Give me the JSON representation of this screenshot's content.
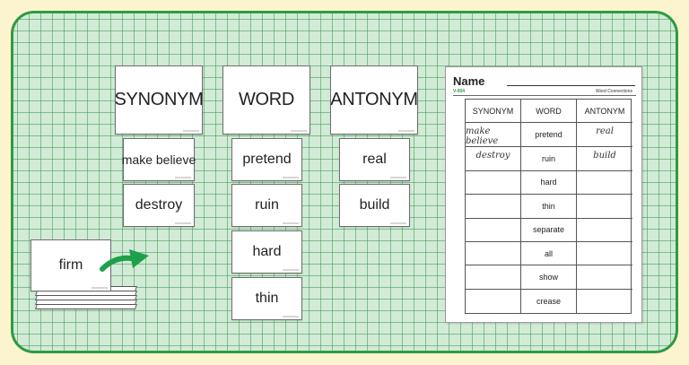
{
  "columns": {
    "synonym": {
      "header": "SYNONYM",
      "cards": [
        "make believe",
        "destroy"
      ]
    },
    "word": {
      "header": "WORD",
      "cards": [
        "pretend",
        "ruin",
        "hard",
        "thin"
      ]
    },
    "antonym": {
      "header": "ANTONYM",
      "cards": [
        "real",
        "build"
      ]
    }
  },
  "deck": {
    "top_card": "firm"
  },
  "arrow": {
    "color": "#1ea04a",
    "icon": "arrow-right-curved-icon"
  },
  "worksheet": {
    "name_label": "Name",
    "code": "V-004",
    "subtitle": "Word Connections",
    "headers": [
      "SYNONYM",
      "WORD",
      "ANTONYM"
    ],
    "rows": [
      [
        "make believe",
        "pretend",
        "real"
      ],
      [
        "destroy",
        "ruin",
        "build"
      ],
      [
        "",
        "hard",
        ""
      ],
      [
        "",
        "thin",
        ""
      ],
      [
        "",
        "separate",
        ""
      ],
      [
        "",
        "all",
        ""
      ],
      [
        "",
        "show",
        ""
      ],
      [
        "",
        "crease",
        ""
      ]
    ]
  },
  "colors": {
    "background": "#fcf4cf",
    "board": "#d1ebd6",
    "border": "#2f9a43"
  }
}
